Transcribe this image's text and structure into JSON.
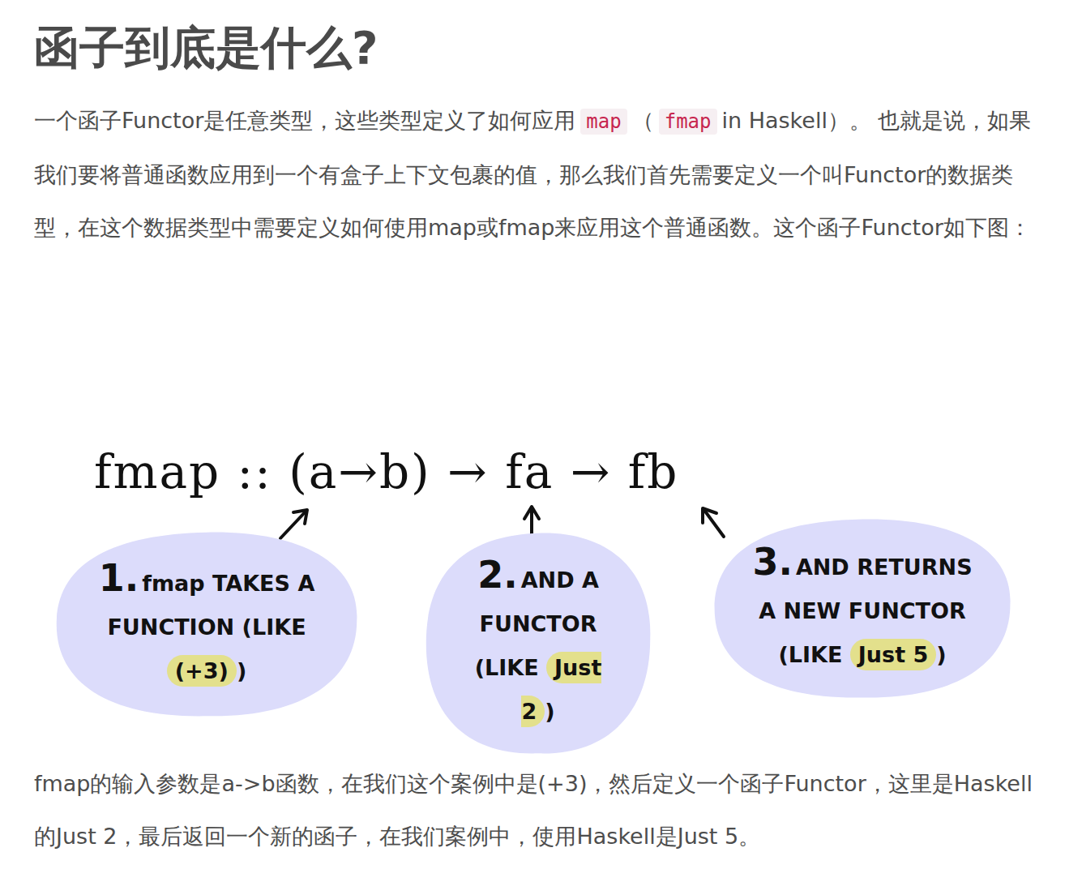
{
  "diagram": {
    "title": "函子到底是什么?",
    "nodes": [
      {
        "text": [
          "1.",
          "fmap TAKES A FUNCTION (LIKE",
          "(+3)",
          ")"
        ]
      },
      {
        "text": [
          "2.",
          "AND A FUNCTOR (LIKE",
          "Just 2",
          ")"
        ]
      },
      {
        "text": [
          "3.",
          "AND RETURNS A NEW FUNCTOR (LIKE",
          "Just 5",
          ")"
        ]
      }
    ],
    "labels": [
      "一个函子Functor是任意类型，这些类型定义了如何应用",
      "map",
      "（",
      "fmap",
      "in Haskell）。 也就是说，如果我们要将普通函数应用到一个有盒子上下文包裹的值，那么我们首先需要定义一个叫Functor的数据类型，在这个数据类型中需要定义如何使用map或fmap来应用这个普通函数。这个函子Functor如下图：",
      "fmap :: (a→b) → fa → fb",
      "fmap的输入参数是a->b函数，在我们这个案例中是(+3)，然后定义一个函子Functor，这里是Haskell的Just 2，最后返回一个新的函子，在我们案例中，使用Haskell是Just 5。"
    ]
  }
}
